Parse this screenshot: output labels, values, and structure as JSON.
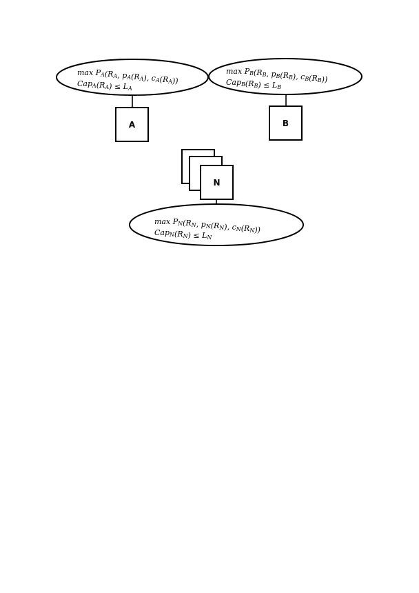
{
  "nodes": {
    "a": {
      "label": "A",
      "objective": {
        "pre": "max P",
        "sub": "A",
        "post": "(R",
        "args": [
          {
            "t": "max P"
          },
          {
            "s": "A"
          },
          {
            "t": "(R"
          },
          {
            "s": "A"
          },
          {
            "t": ", p"
          },
          {
            "s": "A"
          },
          {
            "t": "(R"
          },
          {
            "s": "A"
          },
          {
            "t": "), c"
          },
          {
            "s": "A"
          },
          {
            "t": "(R"
          },
          {
            "s": "A"
          },
          {
            "t": "))"
          }
        ]
      },
      "constraint": [
        {
          "t": "Cap"
        },
        {
          "s": "A"
        },
        {
          "t": "(R"
        },
        {
          "s": "A"
        },
        {
          "t": ") ≤ L"
        },
        {
          "s": "A"
        }
      ]
    },
    "b": {
      "label": "B",
      "objective": {
        "args": [
          {
            "t": "max P"
          },
          {
            "s": "B"
          },
          {
            "t": "(R"
          },
          {
            "s": "B"
          },
          {
            "t": ", p"
          },
          {
            "s": "B"
          },
          {
            "t": "(R"
          },
          {
            "s": "B"
          },
          {
            "t": "), c"
          },
          {
            "s": "B"
          },
          {
            "t": "(R"
          },
          {
            "s": "B"
          },
          {
            "t": "))"
          }
        ]
      },
      "constraint": [
        {
          "t": "Cap"
        },
        {
          "s": "B"
        },
        {
          "t": "(R"
        },
        {
          "s": "B"
        },
        {
          "t": ") ≤ L"
        },
        {
          "s": "B"
        }
      ]
    },
    "n": {
      "label": "N",
      "objective": {
        "args": [
          {
            "t": "max P"
          },
          {
            "s": "N"
          },
          {
            "t": "(R"
          },
          {
            "s": "N"
          },
          {
            "t": ", p"
          },
          {
            "s": "N"
          },
          {
            "t": "(R"
          },
          {
            "s": "N"
          },
          {
            "t": "), c"
          },
          {
            "s": "N"
          },
          {
            "t": "(R"
          },
          {
            "s": "N"
          },
          {
            "t": "))"
          }
        ]
      },
      "constraint": [
        {
          "t": "Cap"
        },
        {
          "s": "N"
        },
        {
          "t": "(R"
        },
        {
          "s": "N"
        },
        {
          "t": ") ≤ L"
        },
        {
          "s": "N"
        }
      ]
    }
  }
}
